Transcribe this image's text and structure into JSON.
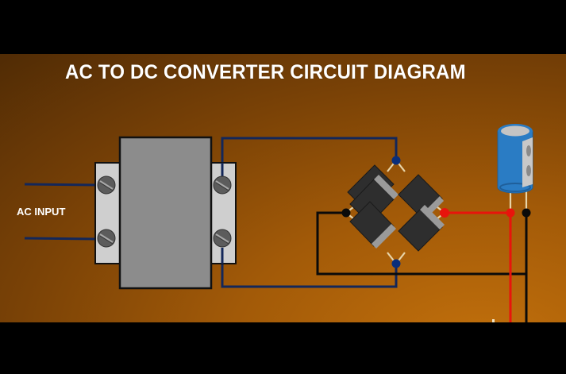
{
  "title": "AC TO DC CONVERTER CIRCUIT DIAGRAM",
  "labels": {
    "ac_input": "AC INPUT"
  },
  "components": {
    "transformer": {
      "name": "transformer",
      "terminals_primary": 2,
      "terminals_secondary": 2
    },
    "bridge_rectifier": {
      "name": "bridge-rectifier",
      "diodes": 4
    },
    "capacitor": {
      "name": "electrolytic-capacitor"
    }
  },
  "colors": {
    "background_dark": "#4e2a05",
    "background_light": "#c2700c",
    "title_text": "#ffffff",
    "wire_ac": "#0f2a5c",
    "wire_positive": "#e8140c",
    "wire_negative": "#0a0a0a",
    "transformer_core": "#8a8a8a",
    "terminal_plate": "#cfcfcf",
    "screw": "#5c5c5c",
    "diode_body": "#2e2e2e",
    "diode_band": "#9a9a9a",
    "capacitor_body": "#2a7cc4",
    "node_blue": "#0a2e7a",
    "node_red": "#e8140c",
    "node_black": "#0a0a0a"
  }
}
